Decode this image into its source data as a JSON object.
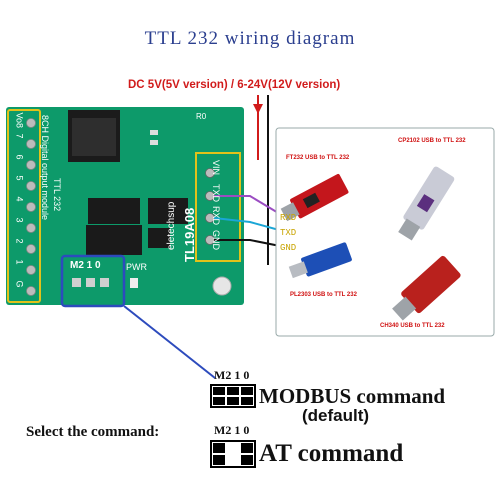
{
  "title": "TTL 232 wiring diagram",
  "power_label": "DC 5V(5V version) / 6-24V(12V version)",
  "board": {
    "side_text": "8CH Digital output module",
    "ttl_text": "TTL 232",
    "brand": "eletechsup",
    "model": "TL19A08",
    "r0_label": "R0",
    "pwr_label": "PWR",
    "jumper_header": "M2 1 0",
    "port_labels": [
      "VIN",
      "TXD",
      "RXD",
      "GND"
    ],
    "outputs": [
      "Vo8",
      "7",
      "6",
      "5",
      "4",
      "3",
      "2",
      "1",
      "G"
    ]
  },
  "wires": {
    "rxd": "RXD",
    "txd": "TXD",
    "gnd": "GND"
  },
  "modules": {
    "ft232": "FT232  USB to TTL 232",
    "cp2102": "CP2102 USB to TTL 232",
    "pl2303": "PL2303 USB to TTL 232",
    "ch340": "CH340  USB to TTL 232"
  },
  "legend": {
    "m210_a": "M2 1 0",
    "modbus": "MODBUS command",
    "default": "(default)",
    "select": "Select the command:",
    "m210_b": "M2 1 0",
    "at": "AT command"
  },
  "colors": {
    "pcb": "#0d9a6a",
    "power": "#d11b1b",
    "title": "#2b3f8f",
    "highlight_yellow": "#e2c21a",
    "highlight_blue": "#2d4bbd"
  }
}
